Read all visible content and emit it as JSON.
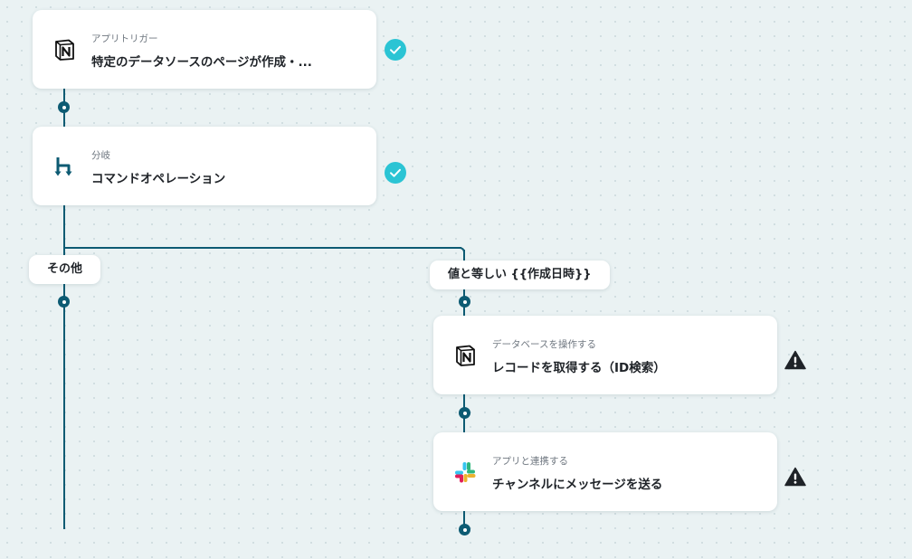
{
  "colors": {
    "line": "#0d5b73",
    "check": "#2bc4d4",
    "warning": "#1f2328",
    "background": "#eaf2f3"
  },
  "steps": [
    {
      "icon": "notion-icon",
      "category": "アプリトリガー",
      "title": "特定のデータソースのページが作成・...",
      "status": "check-icon"
    },
    {
      "icon": "branch-icon",
      "category": "分岐",
      "title": "コマンドオペレーション",
      "status": "check-icon"
    },
    {
      "icon": "notion-icon",
      "category": "データベースを操作する",
      "title": "レコードを取得する（ID検索）",
      "status": "warning-icon"
    },
    {
      "icon": "slack-icon",
      "category": "アプリと連携する",
      "title": "チャンネルにメッセージを送る",
      "status": "warning-icon"
    }
  ],
  "branches": {
    "left": "その他",
    "right": "値と等しい {{作成日時}}"
  }
}
